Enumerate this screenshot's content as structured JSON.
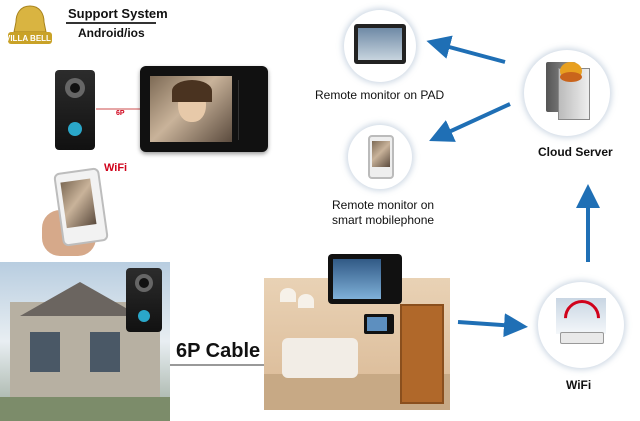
{
  "brand": {
    "logo_text": "VILLA BELL",
    "support_title": "Support System",
    "support_os": "Android/ios"
  },
  "colors": {
    "arrow_blue": "#1f6fb5",
    "logo_gold": "#c9a227",
    "cable_red": "#d0021b"
  },
  "labels": {
    "pad": "Remote monitor on PAD",
    "phone_line1": "Remote monitor on",
    "phone_line2": "smart mobilephone",
    "cloud_server": "Cloud Server",
    "wifi": "WiFi",
    "cable": "6P Cable",
    "cable_small": "6P",
    "wifi_badge": "WiFi"
  },
  "icons": {
    "logo": "bell-logo-icon",
    "doorbell": "doorbell-camera-icon",
    "monitor": "indoor-monitor-icon",
    "phone": "smartphone-icon",
    "pad": "tablet-icon",
    "server": "server-icon",
    "router": "wifi-router-icon",
    "house": "house-photo",
    "room": "living-room-photo"
  }
}
